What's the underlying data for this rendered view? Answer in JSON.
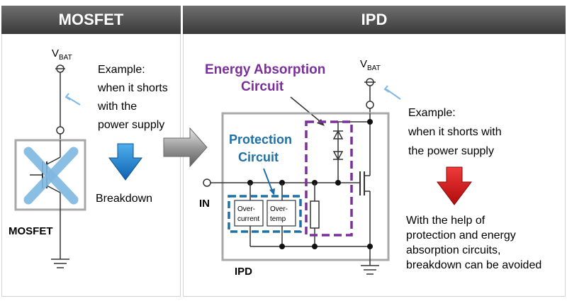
{
  "header": {
    "left_title": "MOSFET",
    "right_title": "IPD"
  },
  "mosfet": {
    "vbat": "V",
    "vbat_sub": "BAT",
    "example_lines": [
      "Example:",
      "when it shorts",
      "with the",
      "power supply"
    ],
    "breakdown": "Breakdown",
    "device_label": "MOSFET"
  },
  "ipd": {
    "vbat": "V",
    "vbat_sub": "BAT",
    "energy_title_lines": [
      "Energy Absorption",
      "Circuit"
    ],
    "protection_title_lines": [
      "Protection",
      "Circuit"
    ],
    "overcurrent_lines": [
      "Over-",
      "current"
    ],
    "overtemp_lines": [
      "Over-",
      "temp"
    ],
    "in_label": "IN",
    "device_label": "IPD",
    "example_lines": [
      "Example:",
      "when it shorts with",
      "the power supply"
    ],
    "result_lines": [
      "With the help of",
      "protection and energy",
      "absorption circuits,",
      "breakdown can be avoided"
    ]
  },
  "colors": {
    "header_bg": "#4a4a4a",
    "blue_arrow": "#1a7fd4",
    "red_arrow": "#d81414",
    "purple": "#7b2f9a",
    "teal": "#1f6fa8",
    "light_blue_x": "#7fb8e0",
    "box_gray": "#a8a8a8"
  }
}
